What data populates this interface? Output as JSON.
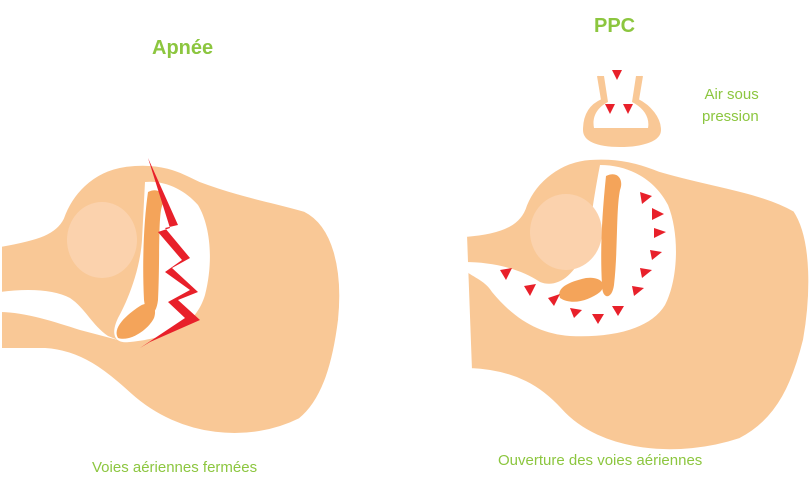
{
  "panels": [
    {
      "title": "Apnée",
      "caption": "Voies aériennes fermées"
    },
    {
      "title": "PPC",
      "caption": "Ouverture des voies aériennes",
      "note": [
        "Air sous",
        "pression"
      ]
    }
  ],
  "colors": {
    "skin": "#f9c896",
    "outline": "#ffffff",
    "organ": "#fbd2ad",
    "tongue": "#f4a45a",
    "arrow": "#e8202a",
    "text": "#8cc63f"
  }
}
